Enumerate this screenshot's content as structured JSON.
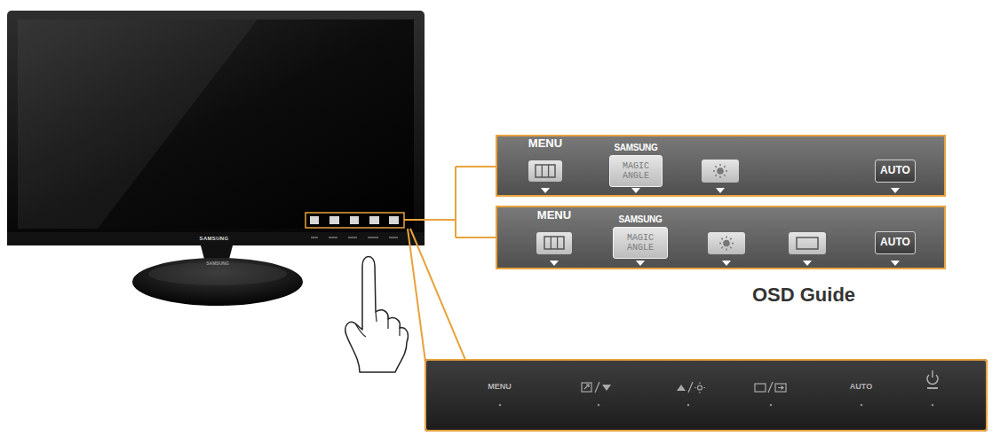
{
  "diagram": {
    "nodes": [
      {
        "text": [
          "MENU",
          "SAMSUNG"
        ]
      },
      {
        "text": [
          "MAGIC ANGLE"
        ],
        "in": 0
      },
      {
        "text": [
          "AUTO"
        ],
        "in": 0
      },
      {
        "text": [
          "MENU",
          "SAMSUNG"
        ]
      },
      {
        "text": [
          "MAGIC ANGLE"
        ],
        "in": 3
      },
      {
        "text": [
          "AUTO"
        ],
        "in": 3
      },
      {
        "text": [
          "MENU",
          "AUTO"
        ]
      }
    ],
    "labels": [
      "OSD Guide",
      "SAMSUNG",
      "SAMSUNG"
    ]
  }
}
